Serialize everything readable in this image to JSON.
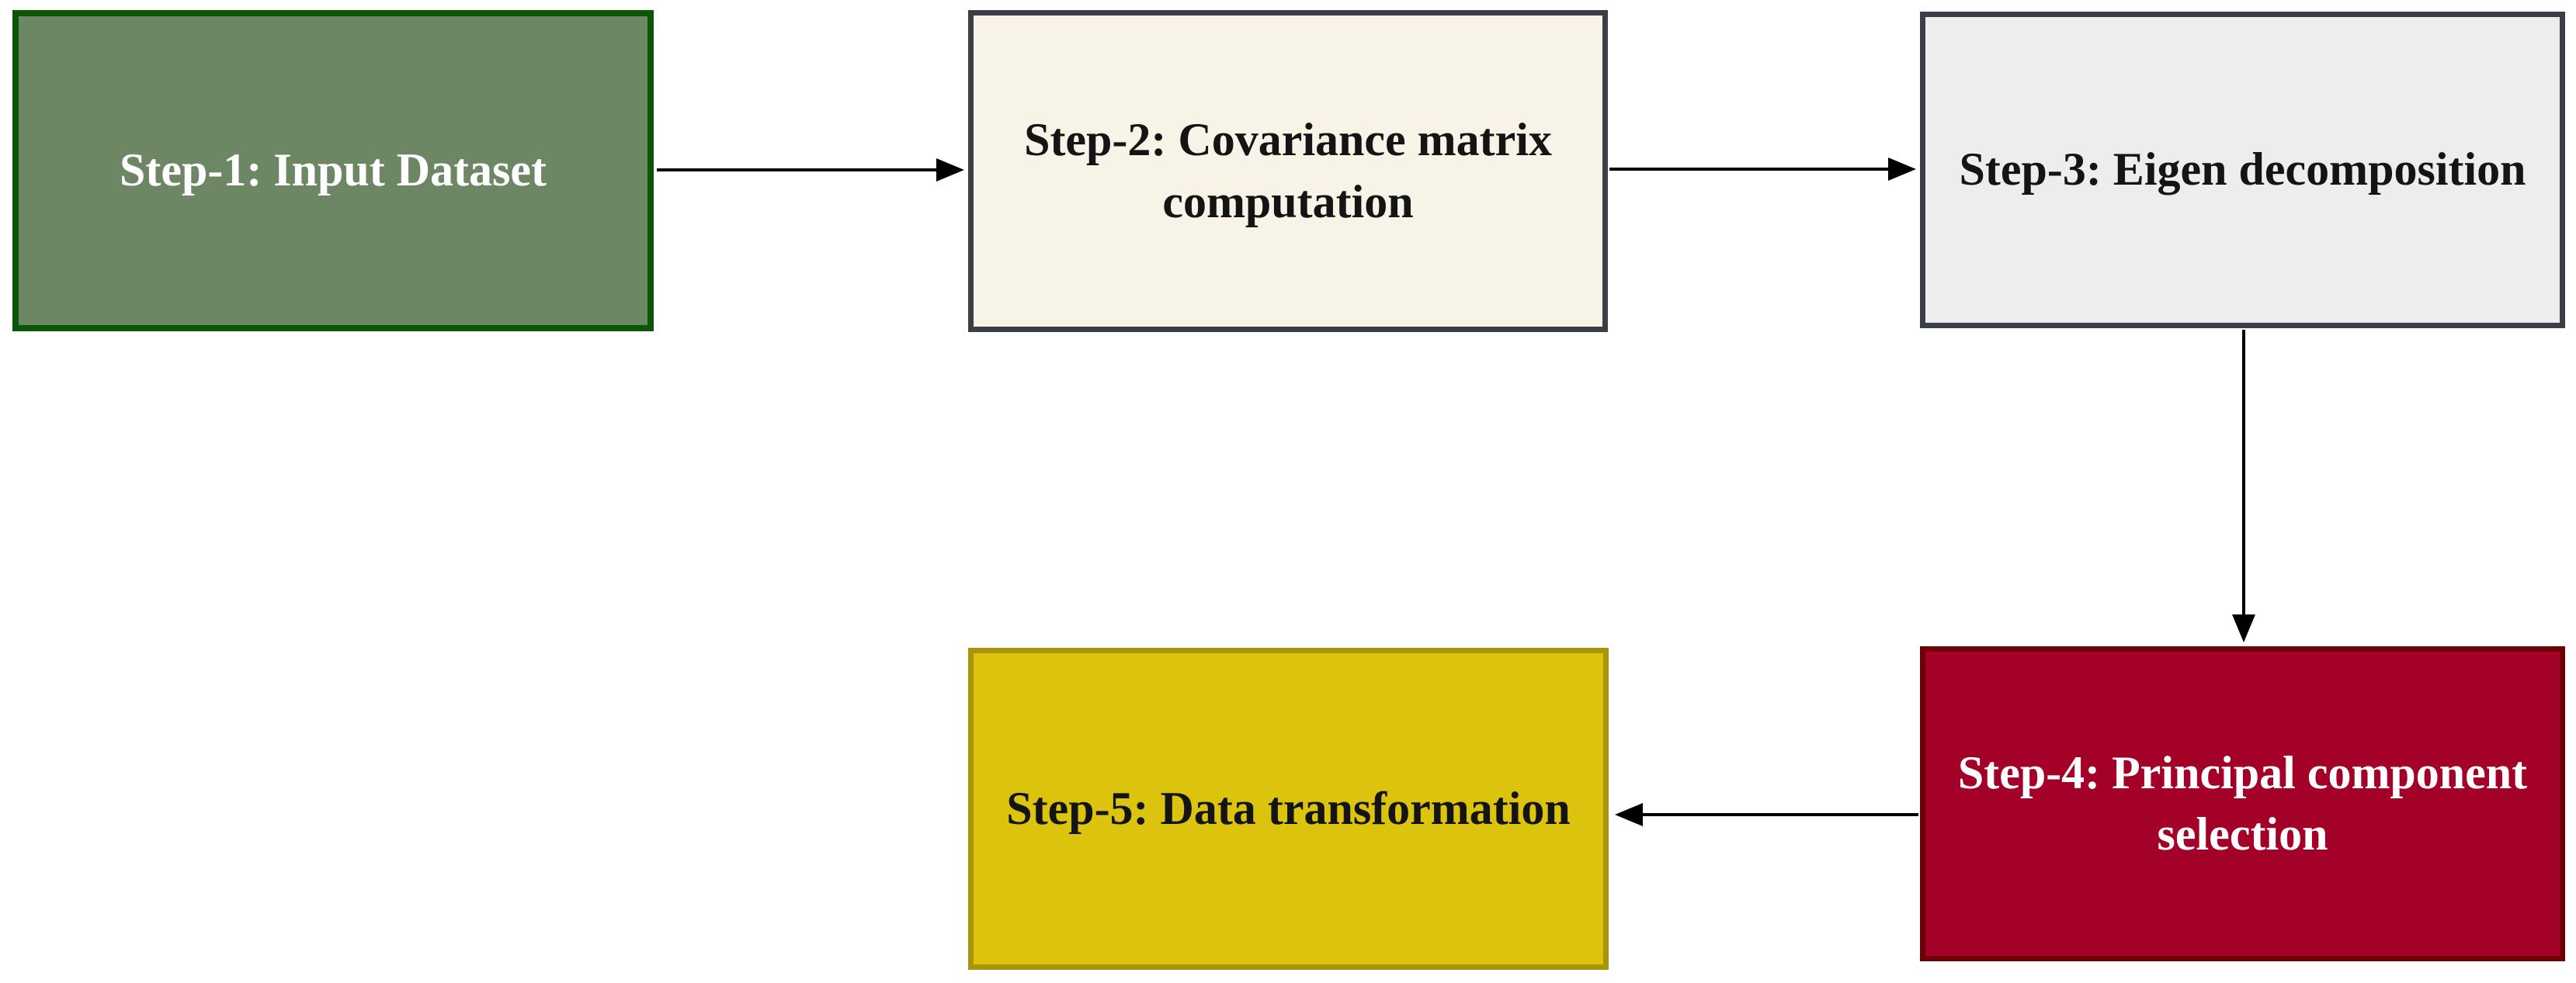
{
  "diagram": {
    "description": "flowchart",
    "background": "#FFFFFF",
    "arrow_color": "#000000",
    "nodes": [
      {
        "id": "step-1",
        "label": "Step-1: Input Dataset",
        "lines": [
          "Step-1: Input Dataset"
        ],
        "fill": "#6D8764",
        "border": "#0A5708",
        "text_color": "#FFFFFF"
      },
      {
        "id": "step-2",
        "label": "Step-2: Covariance matrix computation",
        "lines": [
          "Step-2: Covariance matrix",
          "computation"
        ],
        "fill": "#F7F3E7",
        "border": "#3A3F47",
        "text_color": "#141414"
      },
      {
        "id": "step-3",
        "label": "Step-3: Eigen decomposition",
        "lines": [
          "Step-3: Eigen decomposition"
        ],
        "fill": "#EDEDED",
        "border": "#3A3F47",
        "text_color": "#141414"
      },
      {
        "id": "step-4",
        "label": "Step-4: Principal component selection",
        "lines": [
          "Step-4: Principal component",
          "selection"
        ],
        "fill": "#A30127",
        "border": "#6E0005",
        "text_color": "#FFFFFF"
      },
      {
        "id": "step-5",
        "label": "Step-5: Data transformation",
        "lines": [
          "Step-5: Data transformation"
        ],
        "fill": "#DCC40E",
        "border": "#AA940A",
        "text_color": "#141414"
      }
    ],
    "edges": [
      {
        "from": "step-1",
        "to": "step-2",
        "direction": "right"
      },
      {
        "from": "step-2",
        "to": "step-3",
        "direction": "right"
      },
      {
        "from": "step-3",
        "to": "step-4",
        "direction": "down"
      },
      {
        "from": "step-4",
        "to": "step-5",
        "direction": "left"
      }
    ]
  }
}
